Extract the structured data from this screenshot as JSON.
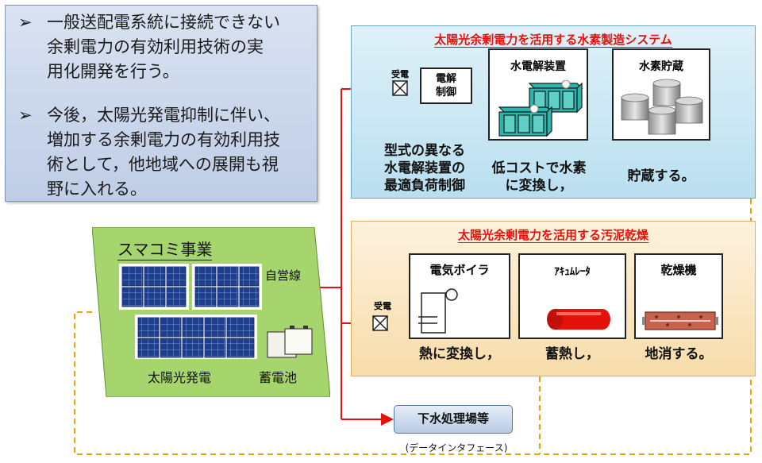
{
  "notes": {
    "bullet_glyph": "➢",
    "items": [
      "一般送配電系統に接続できない\n余剰電力の有効利用技術の実\n用化開発を行う。",
      "今後，太陽光発電抑制に伴い、\n増加する余剰電力の有効利用技\n術として，他地域への展開も視\n野に入れる。"
    ]
  },
  "hydrogen": {
    "title": "太陽光余剰電力を活用する水素製造システム",
    "receive": "受電",
    "control": "電解\n制御",
    "electrolyzer": "水電解装置",
    "storage": "水素貯蔵",
    "caption_control": "型式の異なる\n水電解装置の\n最適負荷制御",
    "caption_convert": "低コストで水素\nに変換し，",
    "caption_store": "貯蔵する。"
  },
  "sludge": {
    "title": "太陽光余剰電力を活用する汚泥乾燥",
    "receive": "受電",
    "boiler": "電気ボイラ",
    "accumulator": "ｱｷｭﾑﾚｰﾀ",
    "dryer": "乾燥機",
    "caption_heat": "熱に変換し，",
    "caption_store": "蓄熱し，",
    "caption_local": "地消する。"
  },
  "site": {
    "name": "スマコミ事業",
    "private_line": "自営線",
    "solar": "太陽光発電",
    "battery": "蓄電池"
  },
  "sewage": {
    "label": "下水処理場等",
    "interface": "(データインタフェース)"
  },
  "colors": {
    "power_line": "#e8100c",
    "data_line": "#e8a800",
    "site_green": "#a6d46d",
    "teal": "#2bb5ad",
    "flow_blue": "#3b78c0",
    "heat_yellow": "#f3b000"
  }
}
